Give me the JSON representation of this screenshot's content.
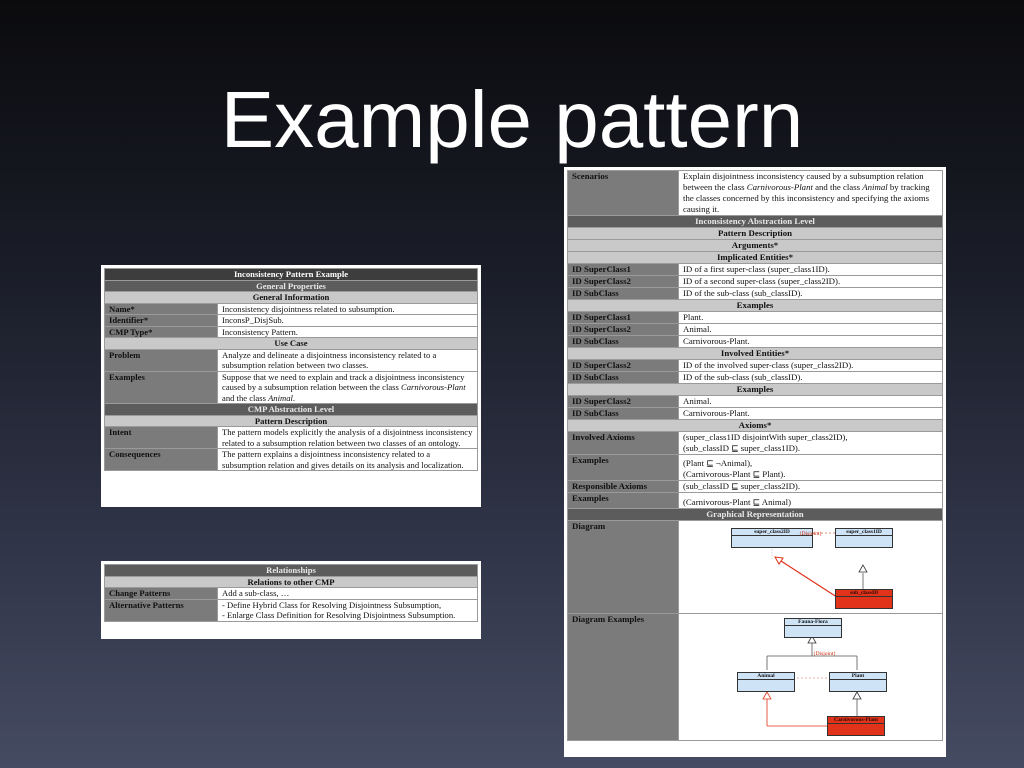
{
  "slide": {
    "title": "Example pattern"
  },
  "left_top_table": {
    "title": "Inconsistency Pattern Example",
    "general_properties": "General Properties",
    "general_information": "General Information",
    "name_label": "Name*",
    "name_value": "Inconsistency disjointness related to subsumption.",
    "identifier_label": "Identifier*",
    "identifier_value": "InconsP_DisjSub.",
    "cmp_type_label": "CMP Type*",
    "cmp_type_value": "Inconsistency Pattern.",
    "use_case": "Use Case",
    "problem_label": "Problem",
    "problem_value": "Analyze and delineate a disjointness inconsistency related to a subsumption relation between two classes.",
    "examples_label": "Examples",
    "examples_value_1": "Suppose that we need to explain and track a disjointness inconsistency caused by a subsumption relation between the class ",
    "examples_value_italic_1": "Carnivorous-Plant",
    "examples_value_2": " and the class ",
    "examples_value_italic_2": "Animal",
    "examples_value_3": ".",
    "cmp_abstraction_level": "CMP Abstraction Level",
    "pattern_description": "Pattern Description",
    "intent_label": "Intent",
    "intent_value": "The pattern models explicitly the analysis of a disjointness inconsistency related to a subsumption relation between two classes of an ontology.",
    "consequences_label": "Consequences",
    "consequences_value": "The pattern explains a disjointness inconsistency related to a subsumption relation and gives details on its analysis and localization."
  },
  "left_bottom_table": {
    "relationships": "Relationships",
    "relations_to_other_cmp": "Relations to other CMP",
    "change_patterns_label": "Change Patterns",
    "change_patterns_value": "Add a sub-class, …",
    "alternative_patterns_label": "Alternative Patterns",
    "alternative_patterns_value_1": "- Define Hybrid Class for Resolving Disjointness Subsumption,",
    "alternative_patterns_value_2": "- Enlarge Class Definition for Resolving Disjointness Subsumption."
  },
  "right_table": {
    "scenarios_label": "Scenarios",
    "scenarios_value_1": "Explain disjointness inconsistency caused by a subsumption relation between the class ",
    "scenarios_value_italic_1": "Carnivorous-Plant",
    "scenarios_value_2": " and the class ",
    "scenarios_value_italic_2": "Animal",
    "scenarios_value_3": " by tracking the classes concerned by this inconsistency and specifying the axioms causing it.",
    "inconsistency_abstraction_level": "Inconsistency Abstraction Level",
    "pattern_description": "Pattern Description",
    "arguments": "Arguments*",
    "implicated_entities": "Implicated Entities*",
    "id_superclass1_label": "ID SuperClass1",
    "id_superclass1_value": "ID of a first super-class (super_class1ID).",
    "id_superclass2_label": "ID SuperClass2",
    "id_superclass2_value": "ID of a second super-class (super_class2ID).",
    "id_subclass_label": "ID SubClass",
    "id_subclass_value": "ID of the sub-class (sub_classID).",
    "examples_header_1": "Examples",
    "ex_superclass1_value": "Plant.",
    "ex_superclass2_value": "Animal.",
    "ex_subclass_value": "Carnivorous-Plant.",
    "involved_entities": "Involved Entities*",
    "inv_superclass2_value": "ID of the involved super-class (super_class2ID).",
    "inv_subclass_value": "ID of the sub-class (sub_classID).",
    "examples_header_2": "Examples",
    "ex2_superclass2_value": "Animal.",
    "ex2_subclass_value": "Carnivorous-Plant.",
    "axioms": "Axioms*",
    "involved_axioms_label": "Involved Axioms",
    "involved_axioms_value_1": "(super_class1ID disjointWith super_class2ID),",
    "involved_axioms_value_2": "(sub_classID ⊑  super_class1ID).",
    "examples_label": "Examples",
    "examples_axioms_value_1": "(Plant ⊑   ¬Animal),",
    "examples_axioms_value_2": "(Carnivorous-Plant ⊑   Plant).",
    "responsible_axioms_label": "Responsible Axioms",
    "responsible_axioms_value": "(sub_classID ⊑  super_class2ID).",
    "examples_label_2": "Examples",
    "examples_responsible_value": "(Carnivorous-Plant ⊑  Animal)",
    "graphical_representation": "Graphical Representation",
    "diagram_label": "Diagram",
    "diagram_examples_label": "Diagram Examples",
    "diagram": {
      "super_class2": "super_class2ID",
      "super_class1": "super_class1ID",
      "sub_class": "sub_classID",
      "disjoint": "{Disjoint}"
    },
    "diagram_examples": {
      "fauna_flora": "Fauna-Flora",
      "animal": "Animal",
      "plant": "Plant",
      "carnivorous_plant": "Carnivorous-Plant",
      "disjoint": "{Disjoint}"
    }
  },
  "colors": {
    "row_label_bg": "#7b7b7b",
    "section_header_bg": "#c9c9c9",
    "dark_header_bg": "#3d3d3d",
    "uml_class_fill": "#cfe3f7",
    "uml_subclass_fill": "#e0331a",
    "relation_red": "#cc2200"
  }
}
